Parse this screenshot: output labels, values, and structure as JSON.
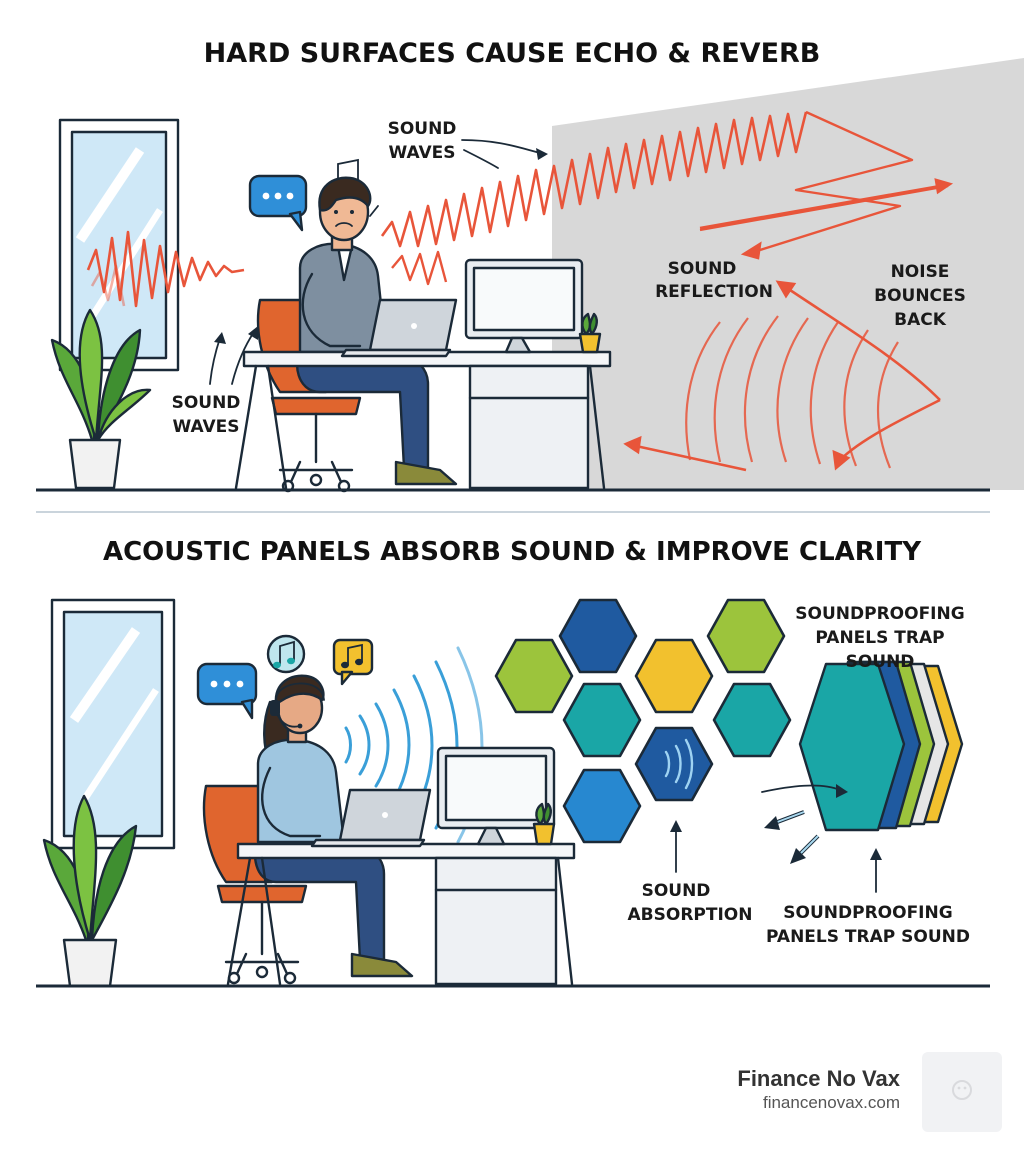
{
  "top_panel": {
    "title": "HARD SURFACES CAUSE ECHO & REVERB",
    "sound_waves_upper": [
      "SOUND",
      "WAVES"
    ],
    "sound_waves_lower": [
      "SOUND",
      "WAVES"
    ],
    "sound_reflection": [
      "SOUND",
      "REFLECTION"
    ],
    "noise_bounces": [
      "NOISE",
      "BOUNCES",
      "BACK"
    ]
  },
  "bottom_panel": {
    "title": "ACOUSTIC PANELS ABSORB SOUND & IMPROVE CLARITY",
    "panels_trap_top": [
      "SOUNDPROOFING",
      "PANELS TRAP",
      "SOUND"
    ],
    "sound_absorption": [
      "SOUND",
      "ABSORPTION"
    ],
    "panels_trap_bottom": [
      "SOUNDPROOFING",
      "PANELS TRAP SOUND"
    ]
  },
  "brand": {
    "name": "Finance No Vax",
    "url": "financenovax.com"
  },
  "icons": {
    "speech": "speech-bubble-icon",
    "music": "music-note-icon"
  },
  "colors": {
    "wave_red": "#e8553a",
    "wave_blue": "#3a9fd8",
    "wall_gray": "#d7d7d7",
    "chair_orange": "#e0652e",
    "bubble_blue": "#2f8fd8",
    "hex_navy": "#1f5aa0",
    "hex_lime": "#9cc43c",
    "hex_yellow": "#f2c12e",
    "hex_teal": "#1aa6a6",
    "hex_blue": "#2788d0"
  }
}
